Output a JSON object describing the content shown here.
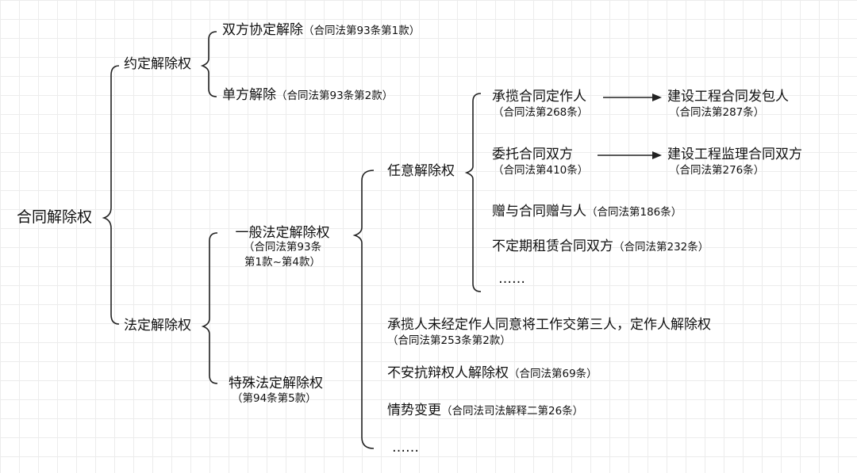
{
  "root": "合同解除权",
  "agreed": {
    "label": "约定解除权",
    "mutual": {
      "label": "双方协定解除",
      "ref": "（合同法第93条第1款）"
    },
    "unilateral": {
      "label": "单方解除",
      "ref": "（合同法第93条第2款）"
    }
  },
  "statutory": {
    "label": "法定解除权",
    "general": {
      "label": "一般法定解除权",
      "ref1": "（合同法第93条",
      "ref2": "第1款~第4款）",
      "arbitrary": {
        "label": "任意解除权",
        "items": [
          {
            "label": "承揽合同定作人",
            "ref": "（合同法第268条）",
            "target": "建设工程合同发包人",
            "target_ref": "（合同法第287条）"
          },
          {
            "label": "委托合同双方",
            "ref": "（合同法第410条）",
            "target": "建设工程监理合同双方",
            "target_ref": "（合同法第276条）"
          },
          {
            "label": "赠与合同赠与人",
            "ref": "（合同法第186条）"
          },
          {
            "label": "不定期租赁合同双方",
            "ref": "（合同法第232条）"
          }
        ],
        "more": "……"
      }
    },
    "special": {
      "label": "特殊法定解除权",
      "ref": "（第94条第5款）",
      "items": [
        {
          "label": "承揽人未经定作人同意将工作交第三人，定作人解除权",
          "ref": "（合同法第253条第2款）"
        },
        {
          "label": "不安抗辩权人解除权",
          "ref": "（合同法第69条）"
        },
        {
          "label": "情势变更",
          "ref": "（合同法司法解释二第26条）"
        }
      ],
      "more": "……"
    }
  }
}
